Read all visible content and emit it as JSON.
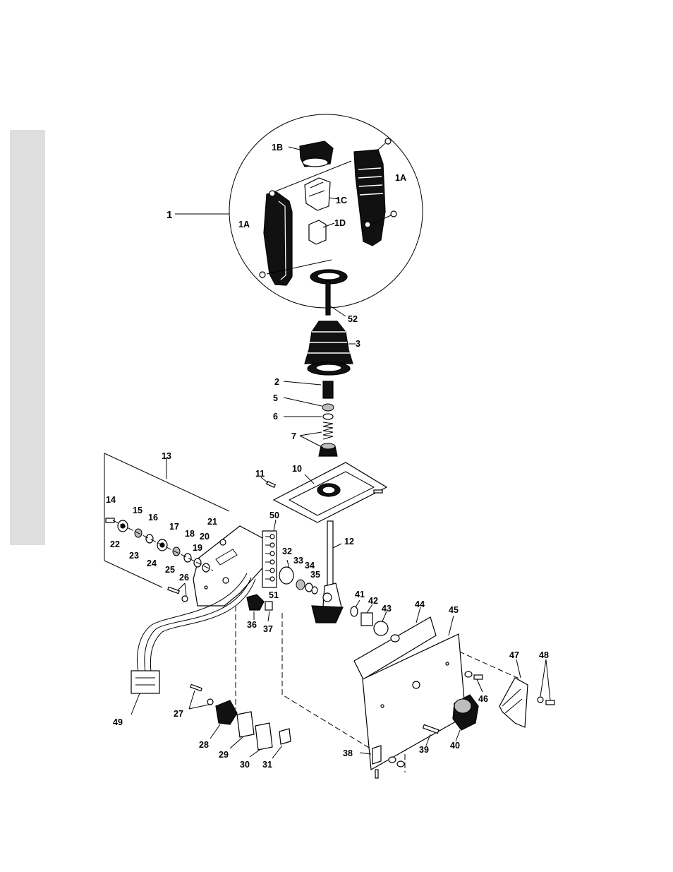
{
  "labels": {
    "p1": "1",
    "p1A_left": "1A",
    "p1A_right": "1A",
    "p1B": "1B",
    "p1C": "1C",
    "p1D": "1D",
    "p52": "52",
    "p3": "3",
    "p2": "2",
    "p5": "5",
    "p6": "6",
    "p7": "7",
    "p10": "10",
    "p11": "11",
    "p12": "12",
    "p13": "13",
    "p14": "14",
    "p15": "15",
    "p16": "16",
    "p17": "17",
    "p18": "18",
    "p19": "19",
    "p20": "20",
    "p21": "21",
    "p22": "22",
    "p23": "23",
    "p24": "24",
    "p25": "25",
    "p26": "26",
    "p27": "27",
    "p28": "28",
    "p29": "29",
    "p30": "30",
    "p31": "31",
    "p32": "32",
    "p33": "33",
    "p34": "34",
    "p35": "35",
    "p36": "36",
    "p37": "37",
    "p38": "38",
    "p39": "39",
    "p40": "40",
    "p41": "41",
    "p42": "42",
    "p43": "43",
    "p44": "44",
    "p45": "45",
    "p46": "46",
    "p47": "47",
    "p48": "48",
    "p49": "49",
    "p50": "50",
    "p51": "51"
  },
  "colors": {
    "ink": "#000000",
    "tab": "#dedede"
  }
}
